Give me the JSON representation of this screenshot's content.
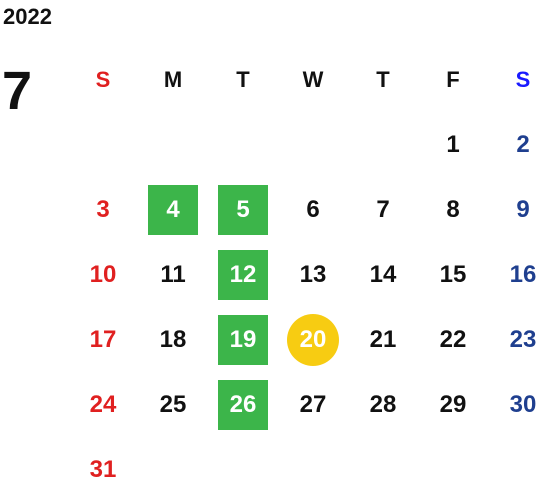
{
  "calendar": {
    "year": "2022",
    "month": "7",
    "weekdays": [
      "S",
      "M",
      "T",
      "W",
      "T",
      "F",
      "S"
    ],
    "weeks": [
      [
        "",
        "",
        "",
        "",
        "",
        "1",
        "2"
      ],
      [
        "3",
        "4",
        "5",
        "6",
        "7",
        "8",
        "9"
      ],
      [
        "10",
        "11",
        "12",
        "13",
        "14",
        "15",
        "16"
      ],
      [
        "17",
        "18",
        "19",
        "20",
        "21",
        "22",
        "23"
      ],
      [
        "24",
        "25",
        "26",
        "27",
        "28",
        "29",
        "30"
      ],
      [
        "31",
        "",
        "",
        "",
        "",
        "",
        ""
      ]
    ],
    "highlighted_days": [
      "4",
      "5",
      "12",
      "19",
      "26"
    ],
    "today": "20",
    "colors": {
      "sunday": "#e02020",
      "saturday": "#1f3f8f",
      "saturday_header": "#1a1aff",
      "highlight": "#3cb54a",
      "today": "#f7cc12"
    }
  }
}
